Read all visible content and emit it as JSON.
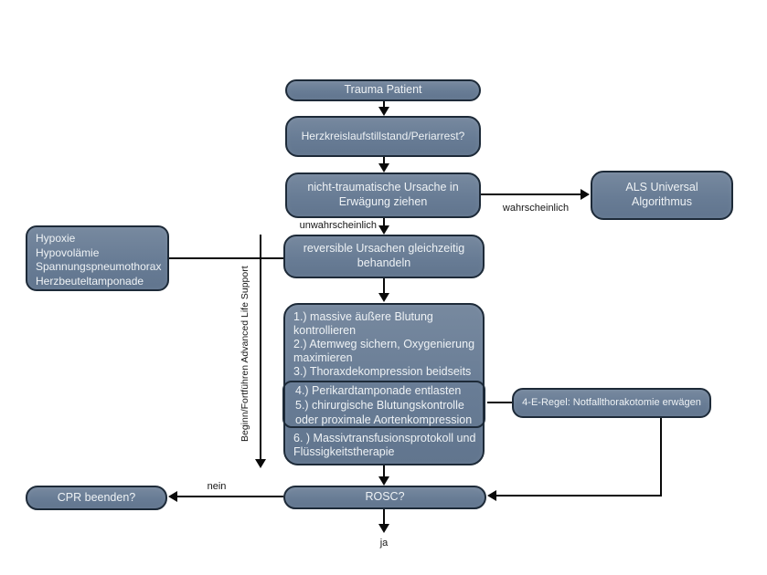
{
  "diagram": {
    "nodes": {
      "trauma": "Trauma Patient",
      "arrest": "Herzkreislaufstillstand/Periarrest?",
      "nontraumatic": "nicht-traumatische Ursache in Erwägung ziehen",
      "als_universal": "ALS Universal Algorithmus",
      "causes": [
        "Hypoxie",
        "Hypovolämie",
        "Spannungspneumothorax",
        "Herzbeuteltamponade"
      ],
      "reversible": "reversible Ursachen gleichzeitig behandeln",
      "interventions_top": [
        "1.) massive äußere Blutung kontrollieren",
        "2.) Atemweg sichern, Oxygenierung maximieren",
        "3.) Thoraxdekompression beidseits"
      ],
      "interventions_inner": [
        "4.) Perikardtamponade entlasten",
        "5.) chirurgische Blutungskontrolle oder proximale Aortenkompression"
      ],
      "interventions_bottom": [
        "6. ) Massivtransfusionsprotokoll und Flüssigkeitstherapie"
      ],
      "four_e": "4-E-Regel: Notfallthorakotomie erwägen",
      "cpr": "CPR beenden?",
      "rosc": "ROSC?"
    },
    "labels": {
      "unlikely": "unwahrscheinlich",
      "likely": "wahrscheinlich",
      "no": "nein",
      "yes": "ja",
      "als_support": "Beginn/Fortführen Advanced Life Support"
    },
    "colors": {
      "node_fill": "#687c95",
      "node_fill_light": "#77899f",
      "node_fill_dark": "#61758e",
      "node_border": "#1d2a38",
      "node_text": "#eef2f5",
      "line": "#0a0a0a"
    }
  }
}
